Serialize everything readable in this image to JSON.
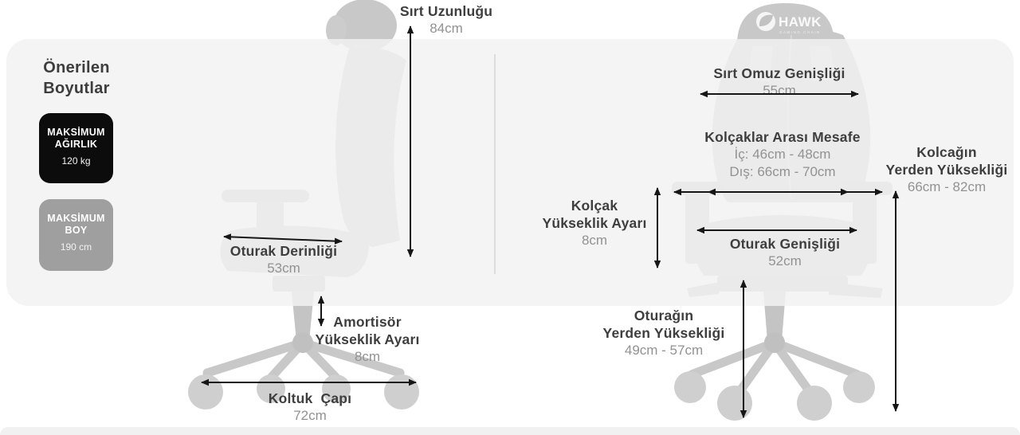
{
  "sidebar": {
    "title_line1": "Önerilen",
    "title_line2": "Boyutlar",
    "badges": [
      {
        "line1": "MAKSİMUM",
        "line2": "AĞIRLIK",
        "value": "120 kg"
      },
      {
        "line1": "MAKSİMUM",
        "line2": "BOY",
        "value": "190 cm"
      }
    ]
  },
  "brand": {
    "logo_text": "HAWK",
    "logo_subtext": "GAMING CHAIR"
  },
  "side_view": {
    "back_length": {
      "label": "Sırt Uzunluğu",
      "value": "84cm"
    },
    "seat_depth": {
      "label": "Oturak Derinliği",
      "value": "53cm"
    },
    "gas_lift": {
      "label_line1": "Amortisör",
      "label_line2": "Yükseklik Ayarı",
      "value": "8cm"
    },
    "base_diameter": {
      "label": "Koltuk  Çapı",
      "value": "72cm"
    }
  },
  "front_view": {
    "shoulder_width": {
      "label": "Sırt Omuz Genişliği",
      "value": "55cm"
    },
    "armrest_distance": {
      "label": "Kolçaklar Arası Mesafe",
      "value_line1": "İç: 46cm - 48cm",
      "value_line2": "Dış: 66cm - 70cm"
    },
    "armrest_height_adjust": {
      "label_line1": "Kolçak",
      "label_line2": "Yükseklik Ayarı",
      "value": "8cm"
    },
    "armrest_floor_height": {
      "label_line1": "Kolcağın",
      "label_line2": "Yerden Yüksekliği",
      "value": "66cm - 82cm"
    },
    "seat_width": {
      "label": "Oturak Genişliği",
      "value": "52cm"
    },
    "seat_floor_height": {
      "label_line1": "Oturağın",
      "label_line2": "Yerden Yüksekliği",
      "value": "49cm - 57cm"
    }
  },
  "colors": {
    "panel": "#f2f2f2",
    "badge_weight_bg": "#0c0c0c",
    "badge_height_bg": "#9f9f9f",
    "label_text": "#3e3e3e",
    "value_text": "#929292",
    "arrow": "#161616",
    "chair_silhouette": "#c8c8c8"
  }
}
